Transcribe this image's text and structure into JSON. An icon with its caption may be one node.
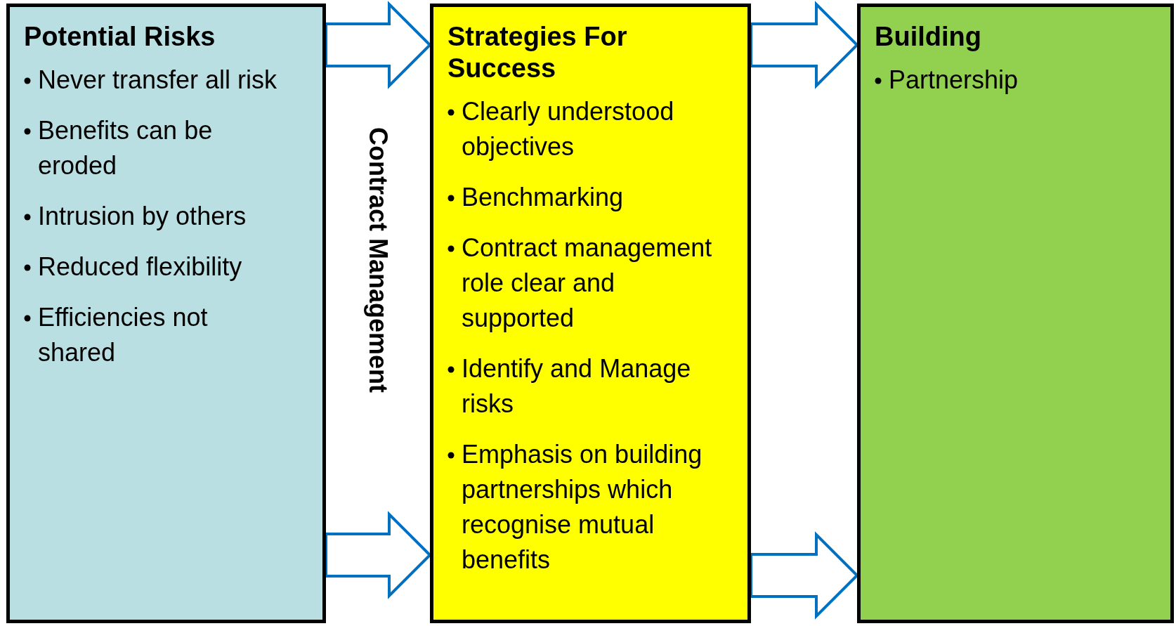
{
  "diagram": {
    "nodes": [
      {
        "text": [
          "Potential Risks",
          "Never transfer all risk",
          "Benefits can be eroded",
          "Intrusion by others",
          "Reduced flexibility",
          "Efficiencies not shared"
        ]
      },
      {
        "text": [
          "Strategies For Success",
          "Clearly understood objectives",
          "Benchmarking",
          "Contract management role clear and supported",
          "Identify and Manage risks",
          "Emphasis on building partnerships which recognise mutual benefits"
        ]
      },
      {
        "text": [
          "Building",
          "Partnership"
        ]
      }
    ],
    "edges": [
      {
        "from": 0,
        "to": 1,
        "arrow": "to"
      },
      {
        "from": 0,
        "to": 1,
        "arrow": "to"
      },
      {
        "from": 1,
        "to": 2,
        "arrow": "to"
      },
      {
        "from": 1,
        "to": 2,
        "arrow": "to"
      }
    ],
    "labels": [
      "Contract Management"
    ]
  }
}
